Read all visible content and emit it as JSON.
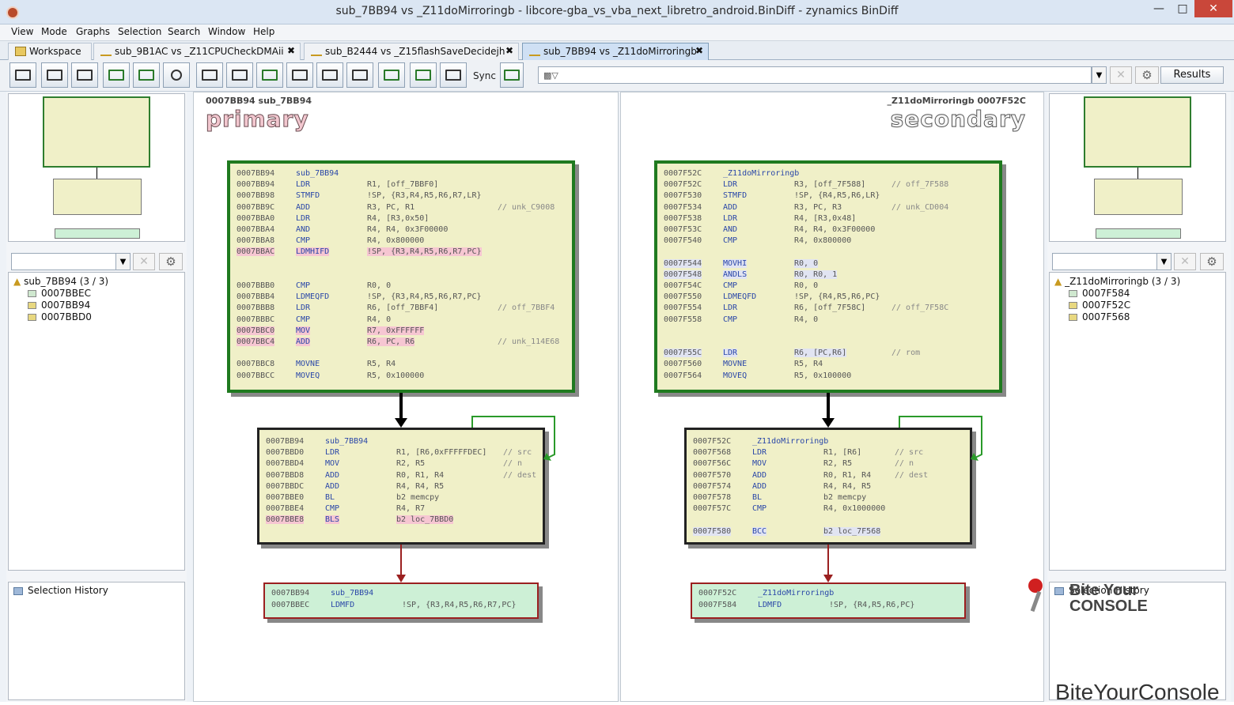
{
  "window": {
    "title": "sub_7BB94 vs _Z11doMirroringb - libcore-gba_vs_vba_next_libretro_android.BinDiff - zynamics BinDiff"
  },
  "menu": [
    "View",
    "Mode",
    "Graphs",
    "Selection",
    "Search",
    "Window",
    "Help"
  ],
  "tabs": [
    "Workspace",
    "sub_9B1AC vs _Z11CPUCheckDMAii",
    "sub_B2444 vs _Z15flashSaveDecidejh",
    "sub_7BB94 vs _Z11doMirroringb"
  ],
  "toolbar": {
    "sync_label": "Sync",
    "results_label": "Results",
    "search_value": ""
  },
  "primary": {
    "header": "0007BB94  sub_7BB94",
    "label": "primary",
    "tree": {
      "root": "sub_7BB94 (3 / 3)",
      "items": [
        "0007BBEC",
        "0007BB94",
        "0007BBD0"
      ]
    },
    "history": "Selection History",
    "blocks": [
      {
        "lines": [
          {
            "a": "0007BB94",
            "m": "sub_7BB94",
            "o": "",
            "c": "",
            "hl": "hdr"
          },
          {
            "a": "0007BB94",
            "m": "LDR",
            "o": "R1, [off_7BBF0]",
            "c": ""
          },
          {
            "a": "0007BB98",
            "m": "STMFD",
            "o": "!SP, {R3,R4,R5,R6,R7,LR}",
            "c": ""
          },
          {
            "a": "0007BB9C",
            "m": "ADD",
            "o": "R3, PC, R1",
            "c": "// unk_C9008"
          },
          {
            "a": "0007BBA0",
            "m": "LDR",
            "o": "R4, [R3,0x50]",
            "c": ""
          },
          {
            "a": "0007BBA4",
            "m": "AND",
            "o": "R4, R4, 0x3F00000",
            "c": ""
          },
          {
            "a": "0007BBA8",
            "m": "CMP",
            "o": "R4, 0x800000",
            "c": ""
          },
          {
            "a": "0007BBAC",
            "m": "LDMHIFD",
            "o": "!SP, {R3,R4,R5,R6,R7,PC}",
            "c": "",
            "hl": "red"
          },
          {
            "a": "",
            "m": "",
            "o": "",
            "c": ""
          },
          {
            "a": "",
            "m": "",
            "o": "",
            "c": ""
          },
          {
            "a": "0007BBB0",
            "m": "CMP",
            "o": "R0, 0",
            "c": ""
          },
          {
            "a": "0007BBB4",
            "m": "LDMEQFD",
            "o": "!SP, {R3,R4,R5,R6,R7,PC}",
            "c": ""
          },
          {
            "a": "0007BBB8",
            "m": "LDR",
            "o": "R6, [off_7BBF4]",
            "c": "// off_7BBF4"
          },
          {
            "a": "0007BBBC",
            "m": "CMP",
            "o": "R4, 0",
            "c": ""
          },
          {
            "a": "0007BBC0",
            "m": "MOV",
            "o": "R7, 0xFFFFFF",
            "c": "",
            "hl": "red"
          },
          {
            "a": "0007BBC4",
            "m": "ADD",
            "o": "R6, PC, R6",
            "c": "// unk_114E68",
            "hl": "red"
          },
          {
            "a": "",
            "m": "",
            "o": "",
            "c": ""
          },
          {
            "a": "0007BBC8",
            "m": "MOVNE",
            "o": "R5, R4",
            "c": ""
          },
          {
            "a": "0007BBCC",
            "m": "MOVEQ",
            "o": "R5, 0x100000",
            "c": ""
          }
        ]
      },
      {
        "lines": [
          {
            "a": "0007BB94",
            "m": "sub_7BB94",
            "o": "",
            "c": "",
            "hl": "hdr"
          },
          {
            "a": "0007BBD0",
            "m": "LDR",
            "o": "R1, [R6,0xFFFFFDEC]",
            "c": "// src"
          },
          {
            "a": "0007BBD4",
            "m": "MOV",
            "o": "R2, R5",
            "c": "// n"
          },
          {
            "a": "0007BBD8",
            "m": "ADD",
            "o": "R0, R1, R4",
            "c": "// dest"
          },
          {
            "a": "0007BBDC",
            "m": "ADD",
            "o": "R4, R4, R5",
            "c": ""
          },
          {
            "a": "0007BBE0",
            "m": "BL",
            "o": "b2 memcpy",
            "c": ""
          },
          {
            "a": "0007BBE4",
            "m": "CMP",
            "o": "R4, R7",
            "c": ""
          },
          {
            "a": "0007BBE8",
            "m": "BLS",
            "o": "b2 loc_7BBD0",
            "c": "",
            "hl": "red"
          }
        ]
      },
      {
        "lines": [
          {
            "a": "0007BB94",
            "m": "sub_7BB94",
            "o": "",
            "c": "",
            "hl": "hdr"
          },
          {
            "a": "0007BBEC",
            "m": "LDMFD",
            "o": "!SP, {R3,R4,R5,R6,R7,PC}",
            "c": ""
          }
        ]
      }
    ]
  },
  "secondary": {
    "header": "_Z11doMirroringb  0007F52C",
    "label": "secondary",
    "tree": {
      "root": "_Z11doMirroringb (3 / 3)",
      "items": [
        "0007F584",
        "0007F52C",
        "0007F568"
      ]
    },
    "history": "Selection History",
    "blocks": [
      {
        "lines": [
          {
            "a": "0007F52C",
            "m": "_Z11doMirroringb",
            "o": "",
            "c": "",
            "hl": "hdr"
          },
          {
            "a": "0007F52C",
            "m": "LDR",
            "o": "R3, [off_7F588]",
            "c": "// off_7F588"
          },
          {
            "a": "0007F530",
            "m": "STMFD",
            "o": "!SP, {R4,R5,R6,LR}",
            "c": ""
          },
          {
            "a": "0007F534",
            "m": "ADD",
            "o": "R3, PC, R3",
            "c": "// unk_CD004"
          },
          {
            "a": "0007F538",
            "m": "LDR",
            "o": "R4, [R3,0x48]",
            "c": ""
          },
          {
            "a": "0007F53C",
            "m": "AND",
            "o": "R4, R4, 0x3F00000",
            "c": ""
          },
          {
            "a": "0007F540",
            "m": "CMP",
            "o": "R4, 0x800000",
            "c": ""
          },
          {
            "a": "",
            "m": "",
            "o": "",
            "c": ""
          },
          {
            "a": "0007F544",
            "m": "MOVHI",
            "o": "R0, 0",
            "c": "",
            "hl": "blue"
          },
          {
            "a": "0007F548",
            "m": "ANDLS",
            "o": "R0, R0, 1",
            "c": "",
            "hl": "blue"
          },
          {
            "a": "0007F54C",
            "m": "CMP",
            "o": "R0, 0",
            "c": ""
          },
          {
            "a": "0007F550",
            "m": "LDMEQFD",
            "o": "!SP, {R4,R5,R6,PC}",
            "c": ""
          },
          {
            "a": "0007F554",
            "m": "LDR",
            "o": "R6, [off_7F58C]",
            "c": "// off_7F58C"
          },
          {
            "a": "0007F558",
            "m": "CMP",
            "o": "R4, 0",
            "c": ""
          },
          {
            "a": "",
            "m": "",
            "o": "",
            "c": ""
          },
          {
            "a": "",
            "m": "",
            "o": "",
            "c": ""
          },
          {
            "a": "0007F55C",
            "m": "LDR",
            "o": "R6, [PC,R6]",
            "c": "// rom",
            "hl": "blue"
          },
          {
            "a": "0007F560",
            "m": "MOVNE",
            "o": "R5, R4",
            "c": ""
          },
          {
            "a": "0007F564",
            "m": "MOVEQ",
            "o": "R5, 0x100000",
            "c": ""
          }
        ]
      },
      {
        "lines": [
          {
            "a": "0007F52C",
            "m": "_Z11doMirroringb",
            "o": "",
            "c": "",
            "hl": "hdr"
          },
          {
            "a": "0007F568",
            "m": "LDR",
            "o": "R1, [R6]",
            "c": "// src"
          },
          {
            "a": "0007F56C",
            "m": "MOV",
            "o": "R2, R5",
            "c": "// n"
          },
          {
            "a": "0007F570",
            "m": "ADD",
            "o": "R0, R1, R4",
            "c": "// dest"
          },
          {
            "a": "0007F574",
            "m": "ADD",
            "o": "R4, R4, R5",
            "c": ""
          },
          {
            "a": "0007F578",
            "m": "BL",
            "o": "b2 memcpy",
            "c": ""
          },
          {
            "a": "0007F57C",
            "m": "CMP",
            "o": "R4, 0x1000000",
            "c": ""
          },
          {
            "a": "",
            "m": "",
            "o": "",
            "c": ""
          },
          {
            "a": "0007F580",
            "m": "BCC",
            "o": "b2 loc_7F568",
            "c": "",
            "hl": "blue"
          }
        ]
      },
      {
        "lines": [
          {
            "a": "0007F52C",
            "m": "_Z11doMirroringb",
            "o": "",
            "c": "",
            "hl": "hdr"
          },
          {
            "a": "0007F584",
            "m": "LDMFD",
            "o": "!SP, {R4,R5,R6,PC}",
            "c": ""
          }
        ]
      }
    ]
  },
  "watermark": {
    "logo_line1": "Bite Your",
    "logo_line2": "CONSOLE",
    "footer": "BiteYourConsole"
  },
  "colors": {
    "match_green": "#1f7a1f",
    "exit_red": "#9b2020",
    "block_bg": "#f0f0c8",
    "exit_bg": "#cdf0d6",
    "changed_red": "#f6c6d2",
    "changed_blue": "#e1e4f2"
  }
}
